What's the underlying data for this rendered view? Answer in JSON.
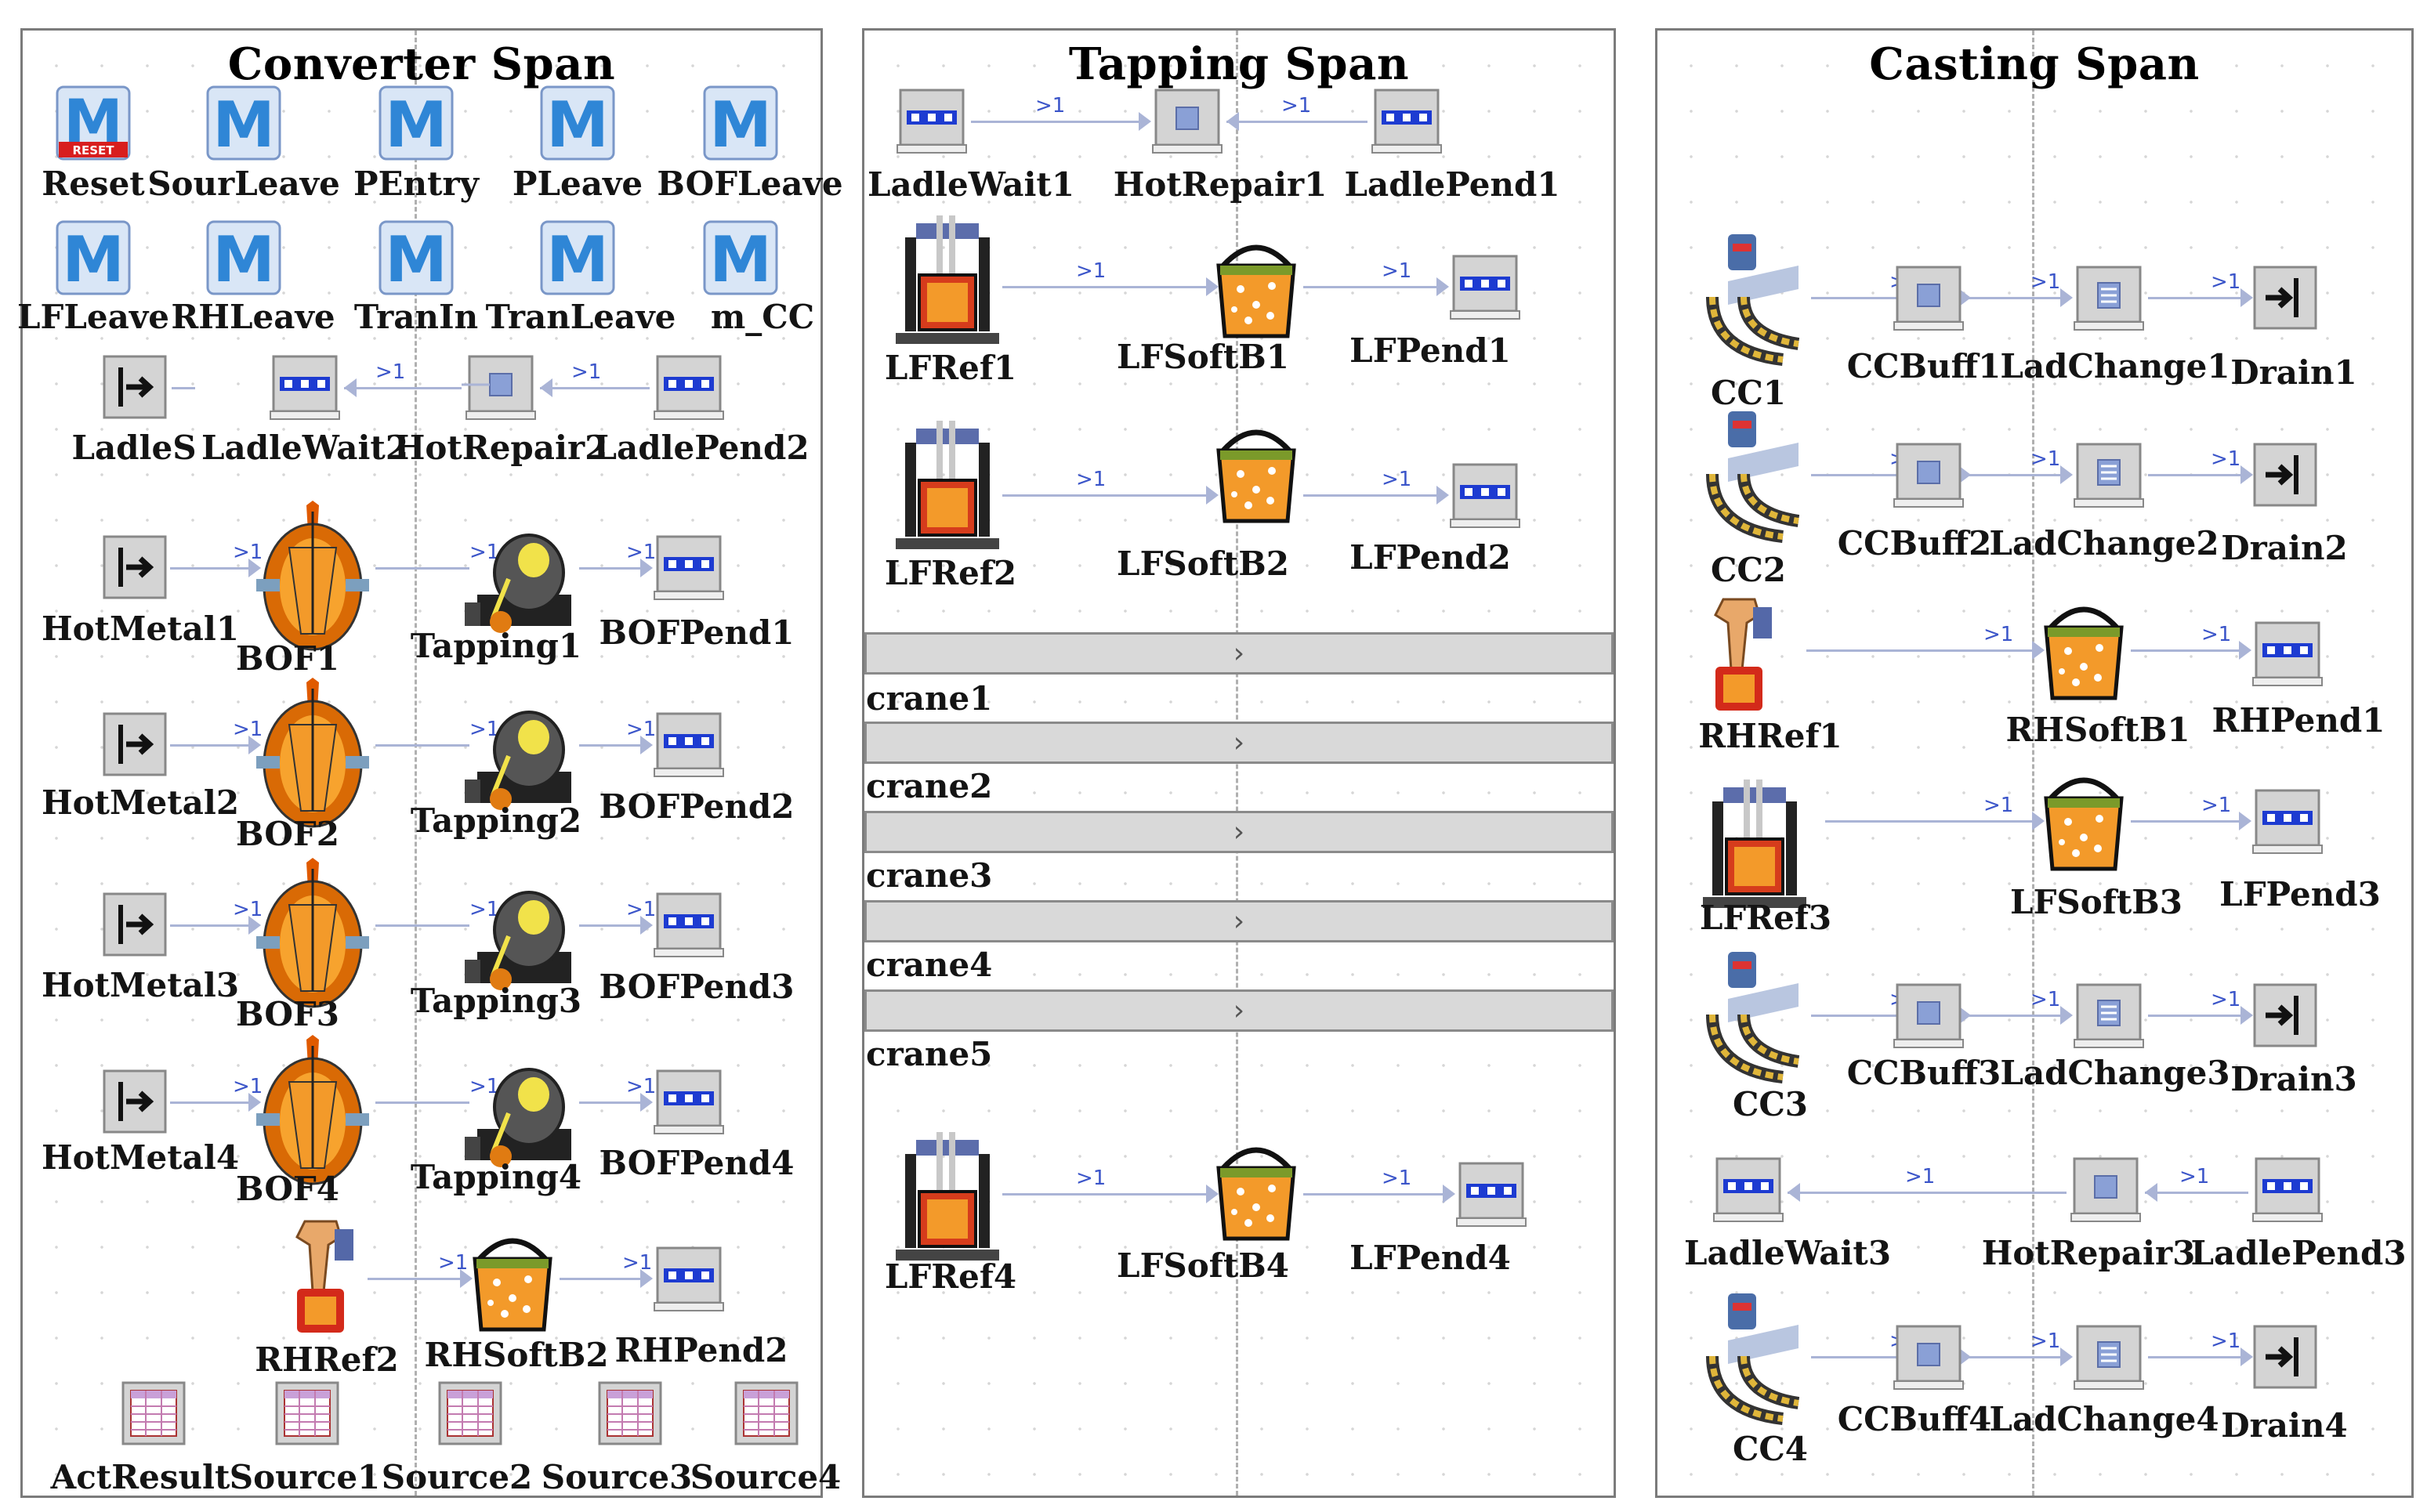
{
  "spans": {
    "converter": {
      "title": "Converter Span",
      "methods_row1": [
        "Reset",
        "SourLeave",
        "PEntry",
        "PLeave",
        "BOFLeave"
      ],
      "methods_row2": [
        "LFLeave",
        "RHLeave",
        "TranIn",
        "TranLeave",
        "m_CC"
      ],
      "reset_badge": "RESET",
      "method_glyph": "M",
      "ladle_row": [
        "LadleS",
        "LadleWait2",
        "HotRepair2",
        "LadlePend2"
      ],
      "bof_lines": [
        {
          "src": "HotMetal1",
          "bof": "BOF1",
          "tap": "Tapping1",
          "pend": "BOFPend1"
        },
        {
          "src": "HotMetal2",
          "bof": "BOF2",
          "tap": "Tapping2",
          "pend": "BOFPend2"
        },
        {
          "src": "HotMetal3",
          "bof": "BOF3",
          "tap": "Tapping3",
          "pend": "BOFPend3"
        },
        {
          "src": "HotMetal4",
          "bof": "BOF4",
          "tap": "Tapping4",
          "pend": "BOFPend4"
        }
      ],
      "rh_line": [
        "RHRef2",
        "RHSoftB2",
        "RHPend2"
      ],
      "tables": [
        "ActResult",
        "Source1",
        "Source2",
        "Source3",
        "Source4"
      ]
    },
    "tapping": {
      "title": "Tapping Span",
      "ladle_row": [
        "LadleWait1",
        "HotRepair1",
        "LadlePend1"
      ],
      "lf_lines": [
        [
          "LFRef1",
          "LFSoftB1",
          "LFPend1"
        ],
        [
          "LFRef2",
          "LFSoftB2",
          "LFPend2"
        ],
        [
          "LFRef4",
          "LFSoftB4",
          "LFPend4"
        ]
      ],
      "cranes": [
        "crane1",
        "crane2",
        "crane3",
        "crane4",
        "crane5"
      ],
      "crane_chevron": "›"
    },
    "casting": {
      "title": "Casting Span",
      "cc_lines": [
        [
          "CC1",
          "CCBuff1",
          "LadChange1",
          "Drain1"
        ],
        [
          "CC2",
          "CCBuff2",
          "LadChange2",
          "Drain2"
        ],
        [
          "CC3",
          "CCBuff3",
          "LadChange3",
          "Drain3"
        ],
        [
          "CC4",
          "CCBuff4",
          "LadChange4",
          "Drain4"
        ]
      ],
      "rh_line": [
        "RHRef1",
        "RHSoftB1",
        "RHPend1"
      ],
      "lf_line": [
        "LFRef3",
        "LFSoftB3",
        "LFPend3"
      ],
      "ladle_row": [
        "LadleWait3",
        "HotRepair3",
        "LadlePend3"
      ]
    }
  },
  "connector_label": ">1",
  "colors": {
    "method_blue": "#2f86d6",
    "connector": "#aab4d6",
    "buffer_blue": "#1d3bd1",
    "orange": "#f39a2a"
  }
}
